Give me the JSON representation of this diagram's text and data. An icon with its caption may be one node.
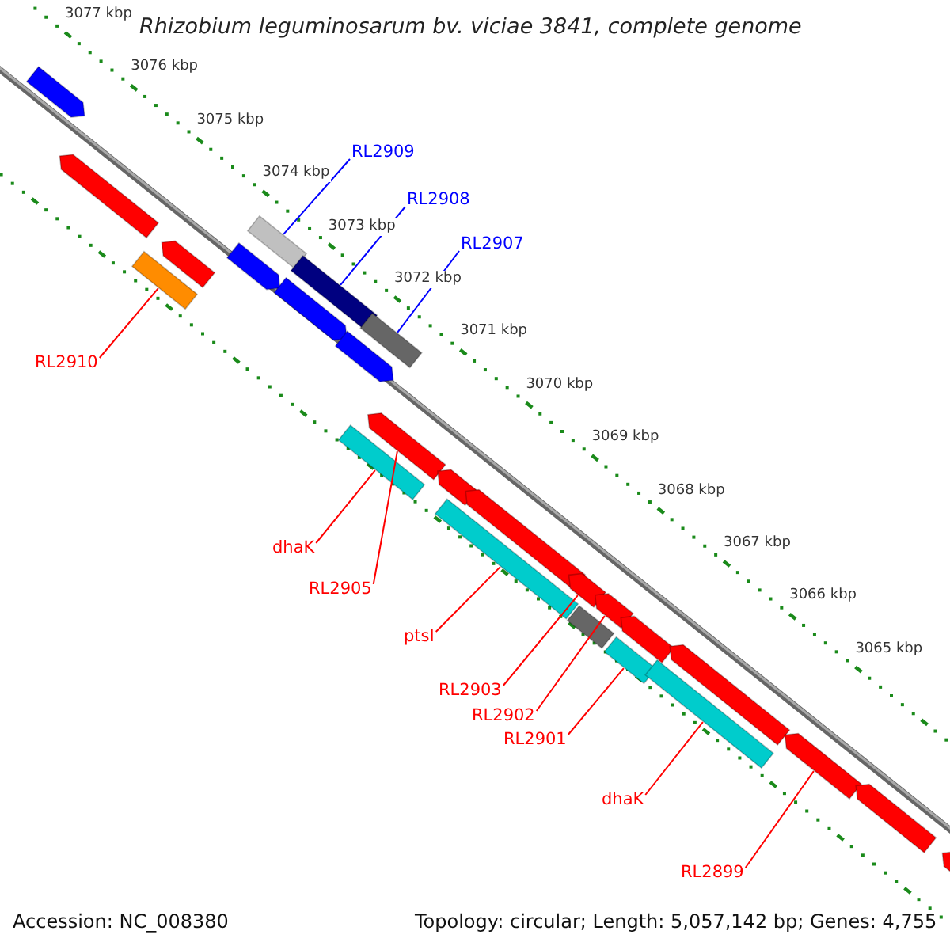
{
  "diagram": {
    "title": "Rhizobium leguminosarum bv. viciae 3841, complete genome",
    "nodes": [
      {
        "text": [
          "RL2910"
        ]
      },
      {
        "text": [
          "RL2909"
        ]
      },
      {
        "text": [
          "RL2908"
        ]
      },
      {
        "text": [
          "RL2907"
        ]
      },
      {
        "text": [
          "dhaK"
        ]
      },
      {
        "text": [
          "RL2905"
        ]
      },
      {
        "text": [
          "ptsI"
        ]
      },
      {
        "text": [
          "RL2903"
        ]
      },
      {
        "text": [
          "RL2902"
        ]
      },
      {
        "text": [
          "RL2901"
        ]
      },
      {
        "text": [
          "dhaK"
        ]
      },
      {
        "text": [
          "RL2899"
        ]
      },
      {
        "text": [],
        "shape": "bar"
      },
      {
        "text": [],
        "shape": "bar"
      },
      {
        "text": [],
        "shape": "bar"
      },
      {
        "text": [],
        "shape": "bar"
      },
      {
        "text": [],
        "shape": "bar"
      },
      {
        "text": [],
        "shape": "bar"
      },
      {
        "text": [],
        "shape": "bar"
      },
      {
        "text": [],
        "shape": "bar"
      },
      {
        "text": [],
        "shape": "bar"
      },
      {
        "text": [],
        "shape": "bar"
      },
      {
        "text": [],
        "shape": "bar"
      },
      {
        "text": [],
        "shape": "bar"
      },
      {
        "text": [],
        "shape": "bar"
      },
      {
        "text": [],
        "shape": "bar"
      },
      {
        "text": [],
        "shape": "bar"
      },
      {
        "text": [],
        "shape": "bar"
      },
      {
        "text": [],
        "shape": "bar"
      },
      {
        "text": [],
        "shape": "bar"
      },
      {
        "text": [],
        "shape": "bar"
      },
      {
        "text": [],
        "shape": "bar"
      },
      {
        "text": [],
        "shape": "bar"
      },
      {
        "text": [],
        "shape": "bar"
      },
      {
        "text": [],
        "shape": "bar"
      },
      {
        "text": [],
        "shape": "bar"
      },
      {
        "text": [],
        "shape": "bar"
      }
    ],
    "edges": [
      {
        "from": 0,
        "to": 14,
        "arrow": "none"
      },
      {
        "from": 1,
        "to": 17,
        "arrow": "none",
        "color": "#0000ff"
      },
      {
        "from": 2,
        "to": 19,
        "arrow": "none",
        "color": "#0000ff"
      },
      {
        "from": 3,
        "to": 22,
        "arrow": "none",
        "color": "#0000ff"
      },
      {
        "from": 4,
        "to": 21,
        "arrow": "none"
      },
      {
        "from": 5,
        "to": 23,
        "arrow": "none"
      },
      {
        "from": 6,
        "to": 25,
        "arrow": "none"
      },
      {
        "from": 7,
        "to": 27,
        "arrow": "none"
      },
      {
        "from": 8,
        "to": 29,
        "arrow": "none"
      },
      {
        "from": 9,
        "to": 30,
        "arrow": "none"
      },
      {
        "from": 10,
        "to": 32,
        "arrow": "none"
      },
      {
        "from": 11,
        "to": 34,
        "arrow": "none"
      }
    ],
    "labels": [
      "3077 kbp",
      "3076 kbp",
      "3075 kbp",
      "3074 kbp",
      "3073 kbp",
      "3072 kbp",
      "3071 kbp",
      "3070 kbp",
      "3069 kbp",
      "3068 kbp",
      "3067 kbp",
      "3066 kbp",
      "3065 kbp",
      "Accession: NC_008380",
      "Topology: circular; Length: 5,057,142 bp; Genes: 4,755"
    ]
  }
}
